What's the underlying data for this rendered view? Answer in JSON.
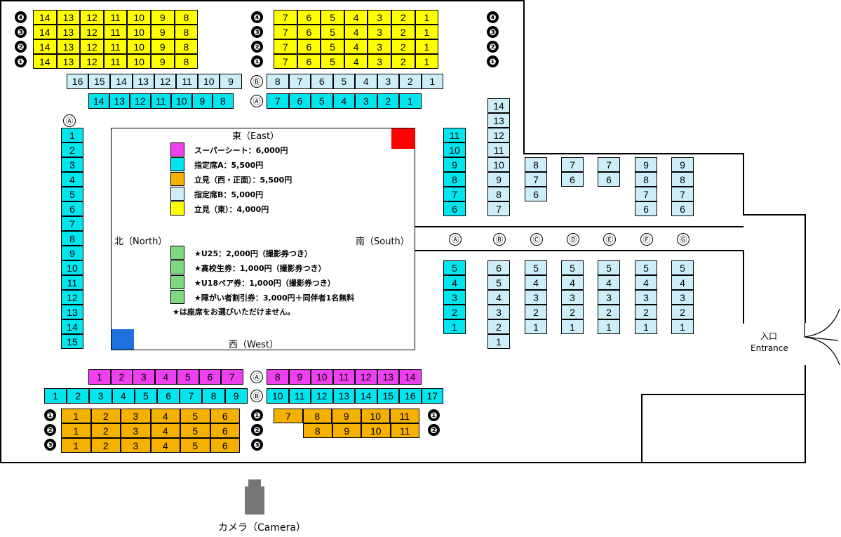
{
  "colors": {
    "yellow": "#ffff00",
    "lightblue": "#cdeef8",
    "cyan": "#00e5ee",
    "magenta": "#ee40ee",
    "orange": "#f5b000",
    "green": "#80d880",
    "red": "#ff0000",
    "blue": "#1f6fdd"
  },
  "directions": {
    "east": "東（East）",
    "west": "西（West）",
    "north": "北（North）",
    "south": "南（South）"
  },
  "legend": [
    {
      "color": "magenta",
      "label": "スーパーシート：6,000円"
    },
    {
      "color": "cyan",
      "label": "指定席A：5,500円"
    },
    {
      "color": "orange",
      "label": "立見（西・正面）：5,500円"
    },
    {
      "color": "lightblue",
      "label": "指定席B：5,000円"
    },
    {
      "color": "yellow",
      "label": "立見（東）：4,000円"
    }
  ],
  "special_tickets": [
    {
      "label": "★U25：2,000円（撮影券つき）"
    },
    {
      "label": "★高校生券：1,000円（撮影券つき）"
    },
    {
      "label": "★U18ペア券：1,000円（撮影券つき）"
    },
    {
      "label": "★障がい者割引券：3,000円＋同伴者1名無料"
    }
  ],
  "special_note": "★は座席をお選びいただけません。",
  "entrance": {
    "jp": "入口",
    "en": "Entrance"
  },
  "camera": "カメラ（Camera）",
  "row_labels": {
    "r1": "❶",
    "r2": "❷",
    "r3": "❸",
    "r4": "❹",
    "A": "Ⓐ",
    "B": "Ⓑ",
    "C": "Ⓒ",
    "D": "Ⓓ",
    "E": "Ⓔ",
    "F": "Ⓕ",
    "G": "Ⓖ"
  },
  "sections": {
    "east_standing_left": {
      "color": "yellow",
      "seats": [
        "14",
        "13",
        "12",
        "11",
        "10",
        "9",
        "8"
      ]
    },
    "east_standing_right": {
      "color": "yellow",
      "seats": [
        "7",
        "6",
        "5",
        "4",
        "3",
        "2",
        "1"
      ]
    },
    "east_B_left": {
      "color": "lightblue",
      "seats": [
        "16",
        "15",
        "14",
        "13",
        "12",
        "11",
        "10",
        "9"
      ]
    },
    "east_B_right": {
      "color": "lightblue",
      "seats": [
        "8",
        "7",
        "6",
        "5",
        "4",
        "3",
        "2",
        "1"
      ]
    },
    "east_A_left": {
      "color": "cyan",
      "seats": [
        "14",
        "13",
        "12",
        "11",
        "10",
        "9",
        "8"
      ]
    },
    "east_A_right": {
      "color": "cyan",
      "seats": [
        "7",
        "6",
        "5",
        "4",
        "3",
        "2",
        "1"
      ]
    },
    "north_A": {
      "color": "cyan",
      "seats": [
        "1",
        "2",
        "3",
        "4",
        "5",
        "6",
        "7",
        "8",
        "9",
        "10",
        "11",
        "12",
        "13",
        "14",
        "15"
      ]
    },
    "south_A_upper": {
      "color": "cyan",
      "seats": [
        "11",
        "10",
        "9",
        "8",
        "7",
        "6"
      ]
    },
    "south_A_lower": {
      "color": "cyan",
      "seats": [
        "5",
        "4",
        "3",
        "2",
        "1"
      ]
    },
    "south_B_upper": {
      "color": "lightblue",
      "seats": [
        "14",
        "13",
        "12",
        "11",
        "10",
        "9",
        "8",
        "7"
      ]
    },
    "south_B_lower": {
      "color": "lightblue",
      "seats": [
        "6",
        "5",
        "4",
        "3",
        "2",
        "1"
      ]
    },
    "south_C_upper": {
      "color": "lightblue",
      "seats": [
        "8",
        "7",
        "6"
      ]
    },
    "south_D_upper": {
      "color": "lightblue",
      "seats": [
        "7",
        "6"
      ]
    },
    "south_E_upper": {
      "color": "lightblue",
      "seats": [
        "7",
        "6"
      ]
    },
    "south_F_upper": {
      "color": "lightblue",
      "seats": [
        "9",
        "8",
        "7",
        "6"
      ]
    },
    "south_G_upper": {
      "color": "lightblue",
      "seats": [
        "9",
        "8",
        "7",
        "6"
      ]
    },
    "south_CtoG_lower": {
      "color": "lightblue",
      "seats": [
        "5",
        "4",
        "3",
        "2",
        "1"
      ]
    },
    "west_super_left": {
      "color": "magenta",
      "seats": [
        "1",
        "2",
        "3",
        "4",
        "5",
        "6",
        "7"
      ]
    },
    "west_super_right": {
      "color": "magenta",
      "seats": [
        "8",
        "9",
        "10",
        "11",
        "12",
        "13",
        "14"
      ]
    },
    "west_A_left": {
      "color": "cyan",
      "seats": [
        "1",
        "2",
        "3",
        "4",
        "5",
        "6",
        "7",
        "8",
        "9"
      ]
    },
    "west_A_right": {
      "color": "cyan",
      "seats": [
        "10",
        "11",
        "12",
        "13",
        "14",
        "15",
        "16",
        "17"
      ]
    },
    "west_standing_left": {
      "color": "orange",
      "seats": [
        "1",
        "2",
        "3",
        "4",
        "5",
        "6"
      ]
    },
    "west_standing_right1": {
      "color": "orange",
      "seats": [
        "7",
        "8",
        "9",
        "10",
        "11"
      ]
    },
    "west_standing_right2": {
      "color": "orange",
      "seats": [
        "8",
        "9",
        "10",
        "11"
      ]
    }
  }
}
